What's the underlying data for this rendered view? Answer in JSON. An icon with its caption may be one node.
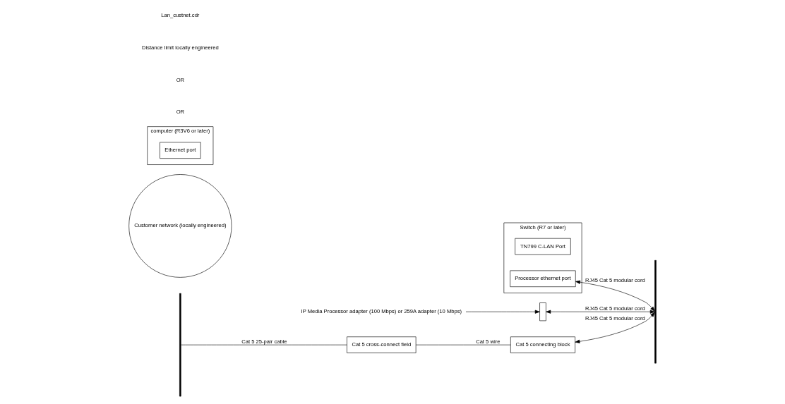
{
  "diagram": {
    "nodes": [
      {
        "text": [
          "Switch (R7 or later)"
        ]
      },
      {
        "text": [
          "TN799 C-LAN Port"
        ],
        "in": 0
      },
      {
        "text": [
          "Processor ethernet port"
        ],
        "in": 0
      },
      {
        "text": [],
        "shape": "bar"
      },
      {
        "text": [
          "IP Media Processor adapter (100 Mbps) or 259A adapter (10 Mbps)"
        ]
      },
      {
        "text": [],
        "shape": "box"
      },
      {
        "text": [
          "Cat 5 cross-connect field"
        ]
      },
      {
        "text": [
          "Cat 5 connecting block"
        ]
      },
      {
        "text": [],
        "shape": "bar"
      },
      {
        "text": [
          "Customer network (locally engineered)"
        ]
      },
      {
        "text": [
          "computer (R3V6 or later)"
        ]
      },
      {
        "text": [
          "Ethernet port"
        ],
        "in": 10
      }
    ],
    "edges": [
      {
        "from": 4,
        "to": 5,
        "arrow": "to"
      },
      {
        "from": 5,
        "to": 8,
        "arrow": "both",
        "label": "RJ45 Cat 5 modular cord"
      },
      {
        "from": 3,
        "to": 6,
        "arrow": "none",
        "label": "Cat 5 25-pair cable"
      },
      {
        "from": 6,
        "to": 7,
        "arrow": "none",
        "label": "Cat 5 wire"
      },
      {
        "from": 7,
        "to": 8,
        "arrow": "both",
        "label": "RJ45 Cat 5 modular cord"
      },
      {
        "from": 2,
        "to": 8,
        "arrow": "both",
        "label": "RJ45 Cat 5 modular cord"
      }
    ],
    "labels": [
      "OR",
      "OR",
      "Distance limit locally engineered",
      "Lan_custnet.cdr"
    ]
  }
}
